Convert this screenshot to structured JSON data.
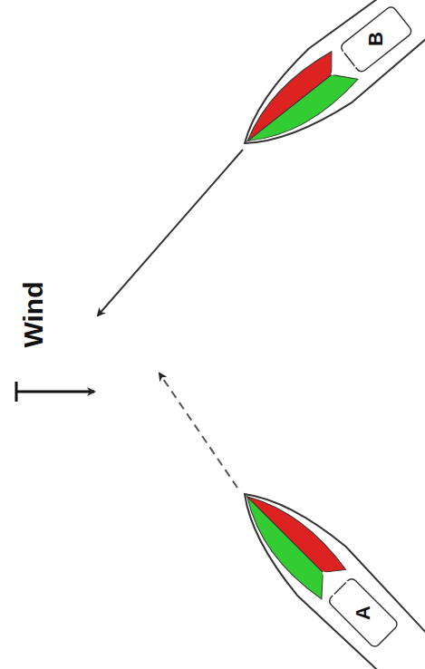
{
  "diagram": {
    "nodes": [
      {
        "text": [
          "B"
        ]
      },
      {
        "text": [
          "A"
        ]
      }
    ],
    "labels": [
      "Wind"
    ]
  }
}
